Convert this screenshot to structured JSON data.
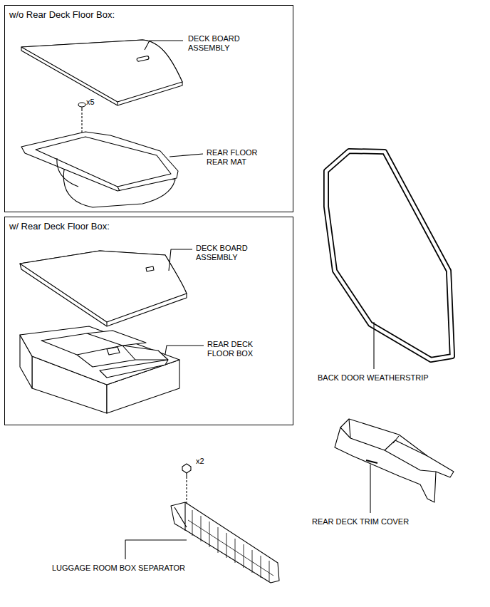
{
  "diagram": {
    "nodes": [
      {
        "text": [
          "w/o Rear Deck Floor Box:"
        ]
      },
      {
        "text": [
          "w/ Rear Deck Floor Box:"
        ]
      }
    ],
    "labels": [
      "DECK BOARD ASSEMBLY",
      "x5",
      "REAR FLOOR REAR MAT",
      "DECK BOARD ASSEMBLY",
      "REAR DECK FLOOR BOX",
      "BACK DOOR WEATHERSTRIP",
      "REAR DECK TRIM COVER",
      "x2",
      "LUGGAGE ROOM BOX SEPARATOR"
    ]
  }
}
